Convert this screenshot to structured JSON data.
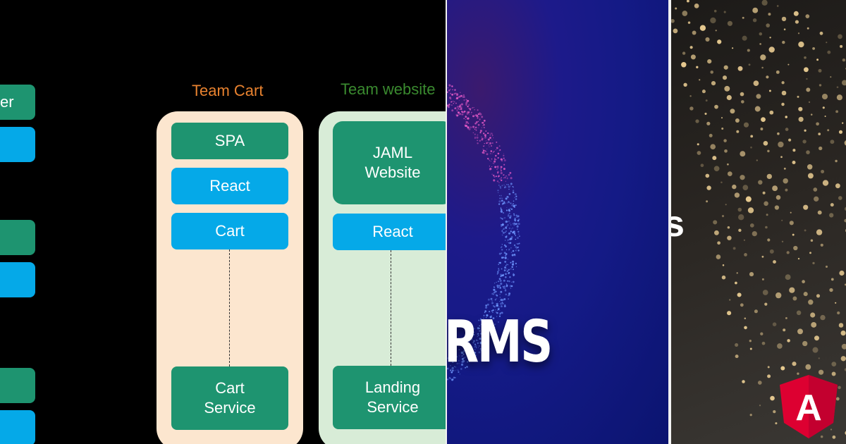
{
  "diagram": {
    "left_boxes": [
      {
        "label": "er",
        "color": "green"
      },
      {
        "label": "",
        "color": "blue"
      },
      {
        "label": "",
        "color": "green"
      },
      {
        "label": "",
        "color": "blue"
      },
      {
        "label": "",
        "color": "green"
      },
      {
        "label": "",
        "color": "blue"
      }
    ],
    "team_cart": {
      "title": "Team Cart",
      "title_color": "#e8822f",
      "bg_color": "#fce6cf",
      "boxes": {
        "spa": "SPA",
        "react": "React",
        "cart": "Cart",
        "service": "Cart\nService"
      }
    },
    "team_website": {
      "title": "Team website",
      "title_color": "#3a8a2f",
      "bg_color": "#d8ecd7",
      "boxes": {
        "website": "JAML\nWebsite",
        "react": "React",
        "service": "Landing\nService"
      }
    },
    "colors": {
      "green": "#1e9470",
      "blue": "#05a9e8"
    }
  },
  "panel2": {
    "text": "RMS"
  },
  "panel3": {
    "text": "s",
    "logo": "angular-logo-icon",
    "logo_letter": "A"
  }
}
